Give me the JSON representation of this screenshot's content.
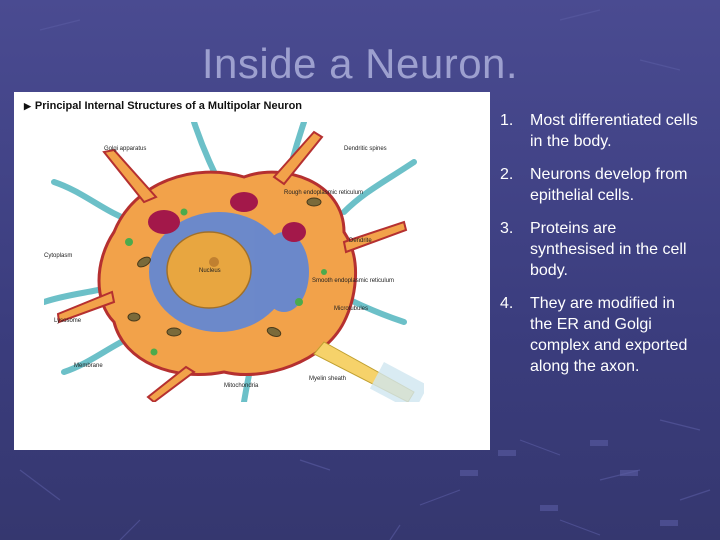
{
  "slide": {
    "title": "Inside a Neuron.",
    "figure": {
      "caption": "Principal Internal Structures of a Multipolar Neuron",
      "labels": {
        "golgi": "Golgi apparatus",
        "dendritic_spines": "Dendritic spines",
        "rough_er": "Rough endoplasmic reticulum",
        "dendrite": "Dendrite",
        "cytoplasm": "Cytoplasm",
        "nucleus": "Nucleus",
        "smooth_er": "Smooth endoplasmic reticulum",
        "microtubules": "Microtubules",
        "lysosome": "Lysosome",
        "membrane": "Membrane",
        "mitochondria": "Mitochondria",
        "myelin_sheath": "Myelin sheath"
      }
    },
    "points": [
      {
        "num": "1.",
        "text": "Most differentiated cells in the body."
      },
      {
        "num": "2.",
        "text": "Neurons develop from epithelial cells."
      },
      {
        "num": "3.",
        "text": "Proteins are synthesised in the cell body."
      },
      {
        "num": "4.",
        "text": "They are modified in the ER and Golgi complex and exported along the axon."
      }
    ],
    "colors": {
      "background": "#3f4286",
      "title": "#9da0cf",
      "text": "#ffffff",
      "cytoplasm": "#f2a24a",
      "nucleus": "#e8a640",
      "er": "#5d86d8",
      "golgi": "#a3184a",
      "dendrite_bg": "#6cc0c8"
    }
  }
}
